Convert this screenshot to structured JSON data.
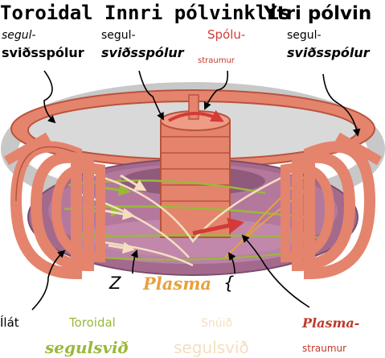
{
  "title_left": "Toroidal Innri pólvinklis",
  "title_right": "Ytri pólvin",
  "labels": {
    "coil_left_line1": "segul-",
    "coil_left_line2": "sviðsspólur",
    "coil_mid_line1": "segul-",
    "coil_mid_line2": "sviðsspólur",
    "coil_current_line1": "Spólu-",
    "coil_current_line2": "straumur",
    "coil_right_line1": "segul-",
    "coil_right_line2": "sviðsspólur",
    "z_symbol": "Z",
    "plasma": "Plasma",
    "brace": "{",
    "vessel": "Ílát",
    "toroidal_line1": "Toroidal",
    "toroidal_line2": "segulsvið",
    "twisted_line1": "Snúið",
    "twisted_line2": "segulsvið",
    "plasma_current_line1": "Plasma-",
    "plasma_current_line2": "straumur"
  },
  "colors": {
    "coil": "#e4846d",
    "coil_dark": "#b9533e",
    "plasma": "#b06f95",
    "toroidal_field": "#9ab93a",
    "twisted_field": "#f3dfbf",
    "current_arrow": "#d43a36",
    "plasma_label": "#e8a13a"
  }
}
